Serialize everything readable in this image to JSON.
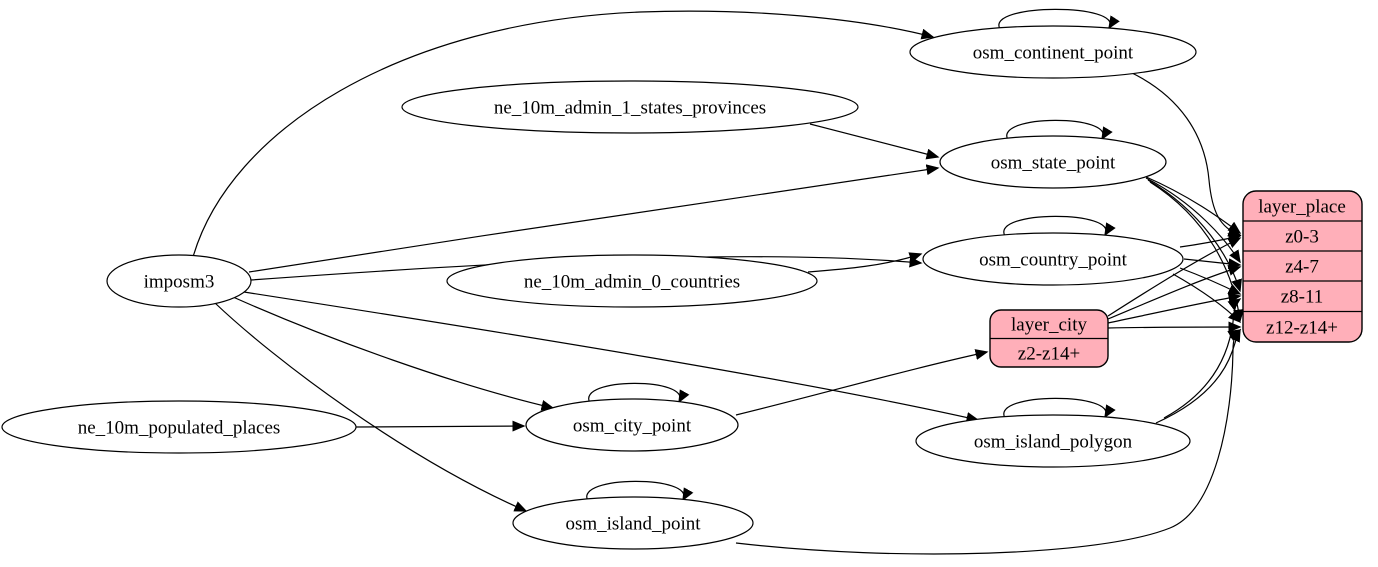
{
  "diagram": {
    "type": "etl-graph",
    "background": "#ffffff",
    "colors": {
      "node_fill": "#ffffff",
      "node_stroke": "#000000",
      "record_fill": "#ffafb9",
      "edge": "#000000",
      "text": "#000000"
    },
    "nodes": {
      "imposm3": {
        "label": "imposm3",
        "shape": "ellipse"
      },
      "ne_10m_admin_1_states_provinces": {
        "label": "ne_10m_admin_1_states_provinces",
        "shape": "ellipse"
      },
      "ne_10m_admin_0_countries": {
        "label": "ne_10m_admin_0_countries",
        "shape": "ellipse"
      },
      "ne_10m_populated_places": {
        "label": "ne_10m_populated_places",
        "shape": "ellipse"
      },
      "osm_continent_point": {
        "label": "osm_continent_point",
        "shape": "ellipse"
      },
      "osm_state_point": {
        "label": "osm_state_point",
        "shape": "ellipse"
      },
      "osm_country_point": {
        "label": "osm_country_point",
        "shape": "ellipse"
      },
      "osm_city_point": {
        "label": "osm_city_point",
        "shape": "ellipse"
      },
      "osm_island_polygon": {
        "label": "osm_island_polygon",
        "shape": "ellipse"
      },
      "osm_island_point": {
        "label": "osm_island_point",
        "shape": "ellipse"
      }
    },
    "records": {
      "layer_place": {
        "title": "layer_place",
        "rows": [
          "z0-3",
          "z4-7",
          "z8-11",
          "z12-z14+"
        ]
      },
      "layer_city": {
        "title": "layer_city",
        "rows": [
          "z2-z14+"
        ]
      }
    },
    "edges": [
      {
        "from": "imposm3",
        "to": "osm_continent_point"
      },
      {
        "from": "imposm3",
        "to": "osm_state_point"
      },
      {
        "from": "imposm3",
        "to": "osm_country_point"
      },
      {
        "from": "imposm3",
        "to": "osm_city_point"
      },
      {
        "from": "imposm3",
        "to": "osm_island_polygon"
      },
      {
        "from": "imposm3",
        "to": "osm_island_point"
      },
      {
        "from": "ne_10m_admin_1_states_provinces",
        "to": "osm_state_point"
      },
      {
        "from": "ne_10m_admin_0_countries",
        "to": "osm_country_point"
      },
      {
        "from": "ne_10m_populated_places",
        "to": "osm_city_point"
      },
      {
        "from": "osm_continent_point",
        "to": "osm_continent_point"
      },
      {
        "from": "osm_state_point",
        "to": "osm_state_point"
      },
      {
        "from": "osm_country_point",
        "to": "osm_country_point"
      },
      {
        "from": "osm_city_point",
        "to": "osm_city_point"
      },
      {
        "from": "osm_island_polygon",
        "to": "osm_island_polygon"
      },
      {
        "from": "osm_island_point",
        "to": "osm_island_point"
      },
      {
        "from": "osm_continent_point",
        "to": "layer_place:z0-3"
      },
      {
        "from": "osm_state_point",
        "to": "layer_place:z0-3"
      },
      {
        "from": "osm_state_point",
        "to": "layer_place:z4-7"
      },
      {
        "from": "osm_state_point",
        "to": "layer_place:z8-11"
      },
      {
        "from": "osm_state_point",
        "to": "layer_place:z12-z14+"
      },
      {
        "from": "osm_country_point",
        "to": "layer_place:z0-3"
      },
      {
        "from": "osm_country_point",
        "to": "layer_place:z4-7"
      },
      {
        "from": "osm_country_point",
        "to": "layer_place:z8-11"
      },
      {
        "from": "osm_country_point",
        "to": "layer_place:z12-z14+"
      },
      {
        "from": "osm_city_point",
        "to": "layer_city:z2-z14+"
      },
      {
        "from": "layer_city:z2-z14+",
        "to": "layer_place:z0-3"
      },
      {
        "from": "layer_city:z2-z14+",
        "to": "layer_place:z4-7"
      },
      {
        "from": "layer_city:z2-z14+",
        "to": "layer_place:z8-11"
      },
      {
        "from": "layer_city:z2-z14+",
        "to": "layer_place:z12-z14+"
      },
      {
        "from": "osm_island_polygon",
        "to": "layer_place:z8-11"
      },
      {
        "from": "osm_island_polygon",
        "to": "layer_place:z12-z14+"
      },
      {
        "from": "osm_island_point",
        "to": "layer_place:z12-z14+"
      }
    ]
  }
}
